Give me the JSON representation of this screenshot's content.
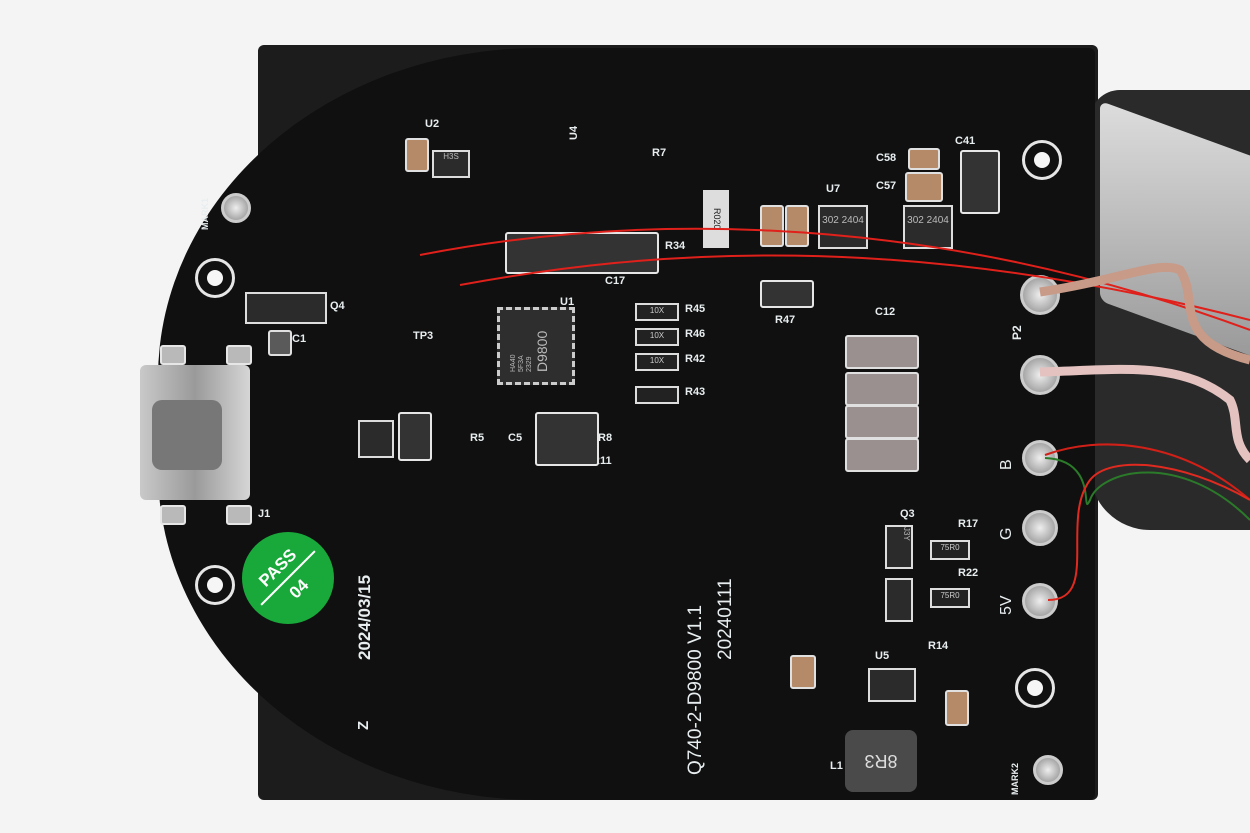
{
  "board": {
    "model": "Q740-2-D9800 V1.1",
    "board_date": "20240111",
    "test_date": "2024/03/15",
    "z_mark": "Z",
    "mark1": "MARK1",
    "mark2": "MARK2"
  },
  "sticker": {
    "line1": "PASS",
    "line2": "04",
    "color": "#19a83a"
  },
  "mcu": {
    "lines": [
      "HA40",
      "5F3A",
      "2329"
    ],
    "part": "D9800"
  },
  "chips": {
    "u7": "302 2404",
    "u8": "302 2404",
    "u2": "H3S",
    "shunt": "R020",
    "inductor": "8R3",
    "q_marks": "J3Y"
  },
  "labels": {
    "u2": "U2",
    "u4": "U4",
    "u7": "U7",
    "u1": "U1",
    "u5": "U5",
    "c1": "C1",
    "q4": "Q4",
    "r7": "R7",
    "r34": "R34",
    "r45": "R45",
    "r46": "R46",
    "r42": "R42",
    "r43": "R43",
    "r47": "R47",
    "c12": "C12",
    "r11": "R11",
    "r8": "R8",
    "c17": "C17",
    "r17": "R17",
    "r22": "R22",
    "r14": "R14",
    "c58": "C58",
    "c57": "C57",
    "c41": "C41",
    "tp3": "TP3",
    "r5": "R5",
    "c5": "C5",
    "q3": "Q3",
    "l1": "L1",
    "j1": "J1"
  },
  "connectors": {
    "b": "B",
    "g": "G",
    "v5": "5V",
    "p2": "P2"
  },
  "resistor_values": [
    "10X",
    "10X",
    "10X",
    "75R0",
    "75R0"
  ]
}
